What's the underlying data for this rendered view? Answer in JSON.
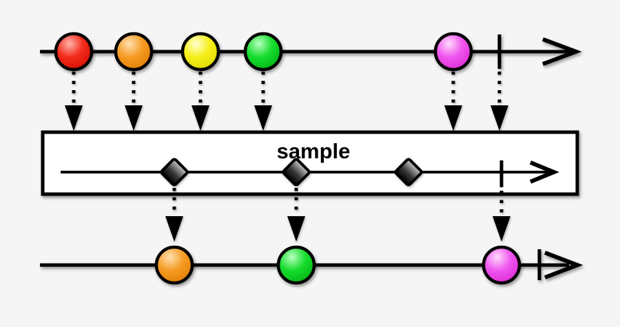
{
  "diagram": {
    "type": "marble-diagram",
    "operator": {
      "label": "sample"
    },
    "source_timeline": {
      "events": [
        {
          "value": "red"
        },
        {
          "value": "orange"
        },
        {
          "value": "yellow"
        },
        {
          "value": "green"
        },
        {
          "value": "magenta"
        }
      ],
      "completes": true
    },
    "sampler_timeline": {
      "tick_count": 3,
      "completes": true
    },
    "output_timeline": {
      "events": [
        {
          "value": "orange"
        },
        {
          "value": "green"
        },
        {
          "value": "magenta"
        }
      ],
      "completes": true
    }
  },
  "colors": {
    "background": "#f5f5f6",
    "stroke": "#000000",
    "box_fill": "#ffffff",
    "red": {
      "highlight": "#ffb3a7",
      "main": "#f32b1c",
      "edge": "#d31000"
    },
    "orange": {
      "highlight": "#ffe0b0",
      "main": "#f59b24",
      "edge": "#e07d00"
    },
    "yellow": {
      "highlight": "#ffffd0",
      "main": "#f5ef18",
      "edge": "#e0d500"
    },
    "green": {
      "highlight": "#b8ffc0",
      "main": "#16dd2e",
      "edge": "#00b212"
    },
    "magenta": {
      "highlight": "#ffd9fb",
      "main": "#f055ee",
      "edge": "#d92ad4"
    },
    "diamond": {
      "top": "#c9c9c9",
      "mid": "#3a3a3a",
      "bottom": "#000000"
    }
  }
}
